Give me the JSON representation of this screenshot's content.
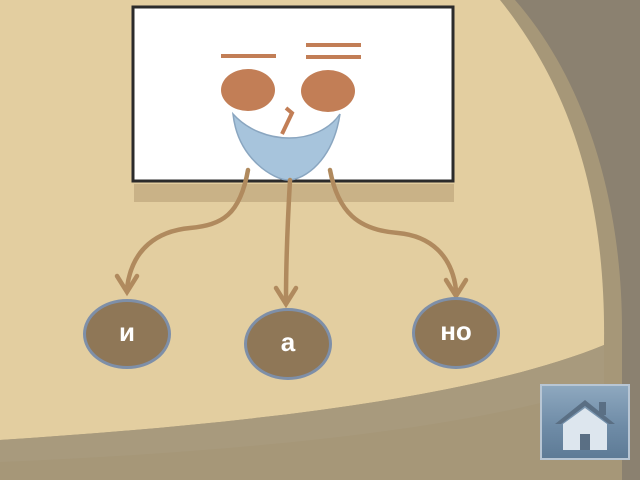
{
  "words": [
    {
      "id": "i",
      "label": "и"
    },
    {
      "id": "a",
      "label": "а"
    },
    {
      "id": "no",
      "label": "но"
    }
  ],
  "icons": {
    "home": "home-icon",
    "arrow": "arrow-down-icon"
  },
  "colors": {
    "background_cream": "#e3ceA0",
    "background_dark": "#8b8170",
    "board_border": "#2b2b2b",
    "eye": "#c27e56",
    "mouth": "#a7c4dc",
    "arrow": "#b08a5e",
    "word_circle": "#8f7757",
    "home_button": "#6f8ca7"
  }
}
